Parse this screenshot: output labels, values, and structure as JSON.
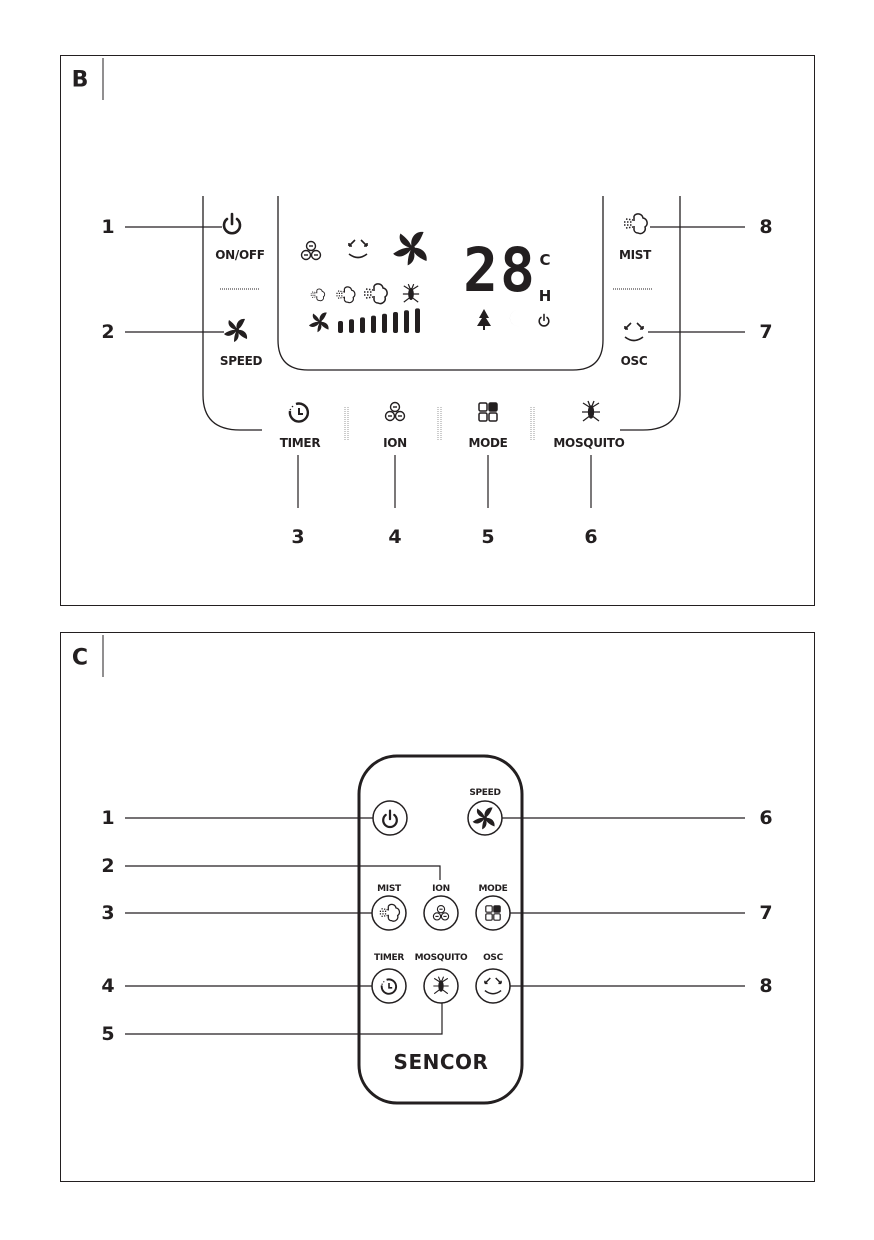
{
  "panel_b": {
    "label": "B",
    "callouts": [
      "1",
      "2",
      "3",
      "4",
      "5",
      "6",
      "7",
      "8"
    ],
    "buttons": {
      "on_off": "ON/OFF",
      "speed": "SPEED",
      "mist": "MIST",
      "osc": "OSC",
      "timer": "TIMER",
      "ion": "ION",
      "mode": "MODE",
      "mosquito": "MOSQUITO"
    },
    "display": {
      "temperature": "28",
      "unit_c": "C",
      "unit_h": "H",
      "speed_level": 8,
      "speed_max": 8
    }
  },
  "panel_c": {
    "label": "C",
    "callouts_left": [
      "1",
      "2",
      "3",
      "4",
      "5"
    ],
    "callouts_right": [
      "6",
      "7",
      "8"
    ],
    "buttons": {
      "speed": "SPEED",
      "mist": "MIST",
      "ion": "ION",
      "mode": "MODE",
      "timer": "TIMER",
      "mosquito": "MOSQUITO",
      "osc": "OSC"
    },
    "brand": "SENCOR"
  }
}
